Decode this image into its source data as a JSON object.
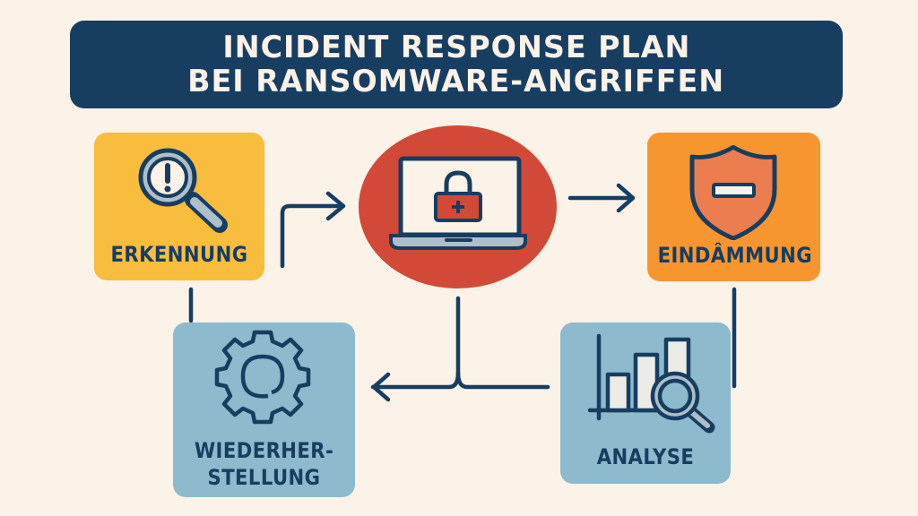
{
  "title": {
    "line1": "INCIDENT RESPONSE PLAN",
    "line2": "BEI RANSOMWARE-ANGRIFFEN"
  },
  "steps": [
    {
      "id": "erkennung",
      "label": "ERKENNUNG",
      "icon": "magnifier-exclamation-icon",
      "color": "#f9bd3d"
    },
    {
      "id": "incident",
      "label": "",
      "icon": "laptop-lock-icon",
      "color": "#d24a37"
    },
    {
      "id": "eindaemmung",
      "label": "EINDÂMMUNG",
      "icon": "shield-minus-icon",
      "color": "#f7962f"
    },
    {
      "id": "analyse",
      "label": "ANALYSE",
      "icon": "bar-chart-magnifier-icon",
      "color": "#8dbacd"
    },
    {
      "id": "wiederherstellung",
      "label_line1": "WIEDERHER-",
      "label_line2": "STELLUNG",
      "icon": "gear-icon",
      "color": "#8dbacd"
    }
  ],
  "colors": {
    "background": "#fbf2e8",
    "navy": "#173d61",
    "yellow": "#f9bd3d",
    "orange": "#f7962f",
    "red": "#d24a37",
    "light_blue": "#8dbacd",
    "grey": "#aebfc9",
    "shield_fill": "#ec7d4e"
  }
}
